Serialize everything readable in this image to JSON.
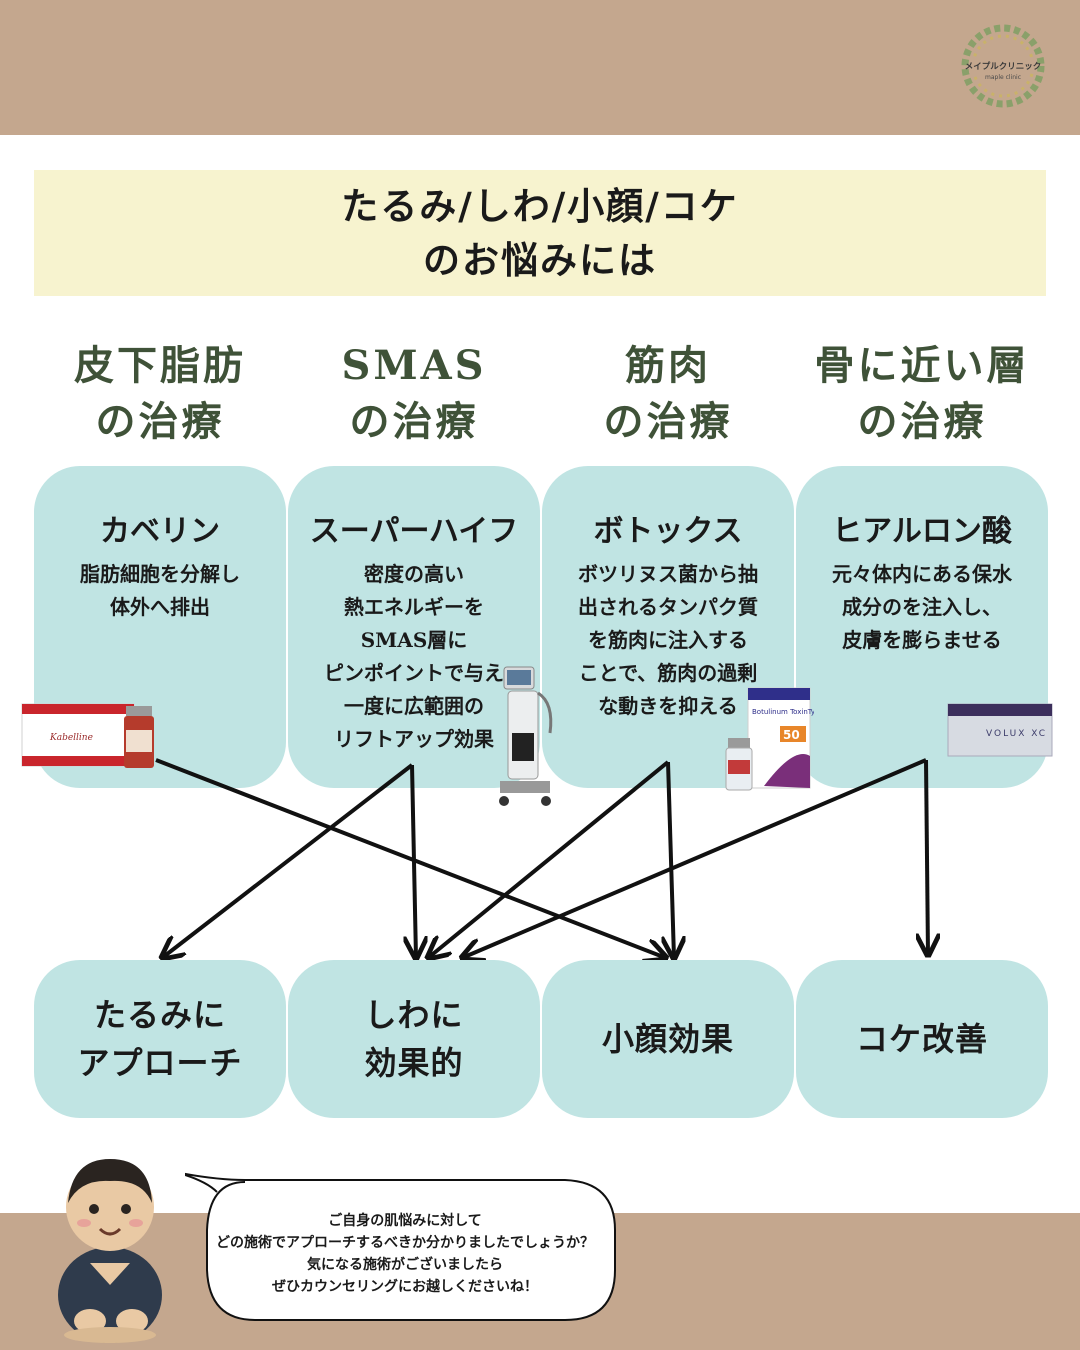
{
  "header": {
    "logo_text": "メイプルクリニック",
    "logo_subtext": "maple clinic"
  },
  "title": {
    "line1": "たるみ/しわ/小顔/コケ",
    "line2": "のお悩みには"
  },
  "categories": [
    {
      "line1": "皮下脂肪",
      "line2": "の治療"
    },
    {
      "line1": "SMAS",
      "line2": "の治療"
    },
    {
      "line1": "筋肉",
      "line2": "の治療"
    },
    {
      "line1": "骨に近い層",
      "line2": "の治療"
    }
  ],
  "treatments": [
    {
      "name": "カベリン",
      "desc": [
        "脂肪細胞を分解し",
        "体外へ排出"
      ],
      "product_label": "Kabelline"
    },
    {
      "name": "スーパーハイフ",
      "desc": [
        "密度の高い",
        "熱エネルギーを",
        "SMAS層に",
        "ピンポイントで与え",
        "一度に広範囲の",
        "リフトアップ効果"
      ]
    },
    {
      "name": "ボトックス",
      "desc": [
        "ボツリヌス菌から抽",
        "出されるタンパク質",
        "を筋肉に注入する",
        "ことで、筋肉の過剰",
        "な動きを抑える"
      ],
      "product_label": "Botulinum ToxinType A",
      "product_number": "50"
    },
    {
      "name": "ヒアルロン酸",
      "desc": [
        "元々体内にある保水",
        "成分のを注入し、",
        "皮膚を膨らませる"
      ],
      "product_label": "VOLUX XC"
    }
  ],
  "results": [
    {
      "line1": "たるみに",
      "line2": "アプローチ"
    },
    {
      "line1": "しわに",
      "line2": "効果的"
    },
    {
      "line1": "小顔効果",
      "line2": ""
    },
    {
      "line1": "コケ改善",
      "line2": ""
    }
  ],
  "speech": {
    "lines": [
      "ご自身の肌悩みに対して",
      "どの施術でアプローチするべきか分かりましたでしょうか？",
      "気になる施術がございましたら",
      "ぜひカウンセリングにお越しくださいね！"
    ]
  },
  "colors": {
    "band": "#c4a78e",
    "title_bg": "#f7f3cf",
    "card_bg": "#c0e4e3",
    "category_text": "#3f5238"
  }
}
